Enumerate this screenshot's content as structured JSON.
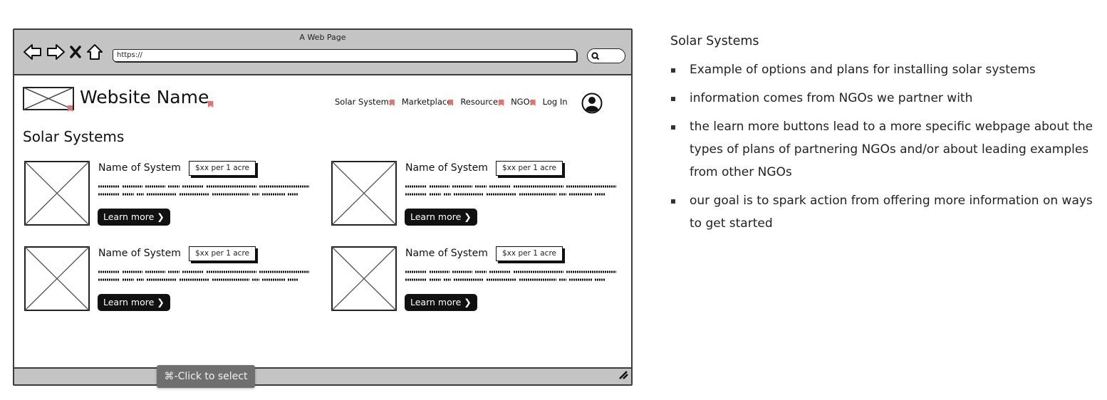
{
  "window": {
    "title": "A Web Page",
    "url": "https://",
    "tooltip": "⌘-Click to select"
  },
  "icons": {
    "back": "arrow-left-icon",
    "forward": "arrow-right-icon",
    "close": "close-icon",
    "home": "home-icon",
    "search": "search-icon",
    "logo": "image-placeholder-icon",
    "avatar": "user-avatar-icon",
    "resize": "resize-grip-icon"
  },
  "site": {
    "name": "Website Name",
    "nav": [
      "Solar Systems",
      "Marketplace",
      "Resources",
      "NGOs",
      "Log In"
    ],
    "heading": "Solar Systems"
  },
  "cards": [
    {
      "title": "Name of System",
      "price": "$xx per 1 acre",
      "button": "Learn more"
    },
    {
      "title": "Name of System",
      "price": "$xx per 1 acre",
      "button": "Learn more"
    },
    {
      "title": "Name of System",
      "price": "$xx per 1 acre",
      "button": "Learn more"
    },
    {
      "title": "Name of System",
      "price": "$xx per 1 acre",
      "button": "Learn more"
    }
  ],
  "notes": {
    "title": "Solar Systems",
    "items": [
      "Example of options and plans for installing solar systems",
      "information comes from NGOs we partner with",
      "the learn more buttons lead to a more specific webpage about the types of plans of partnering NGOs and/or about leading examples from other NGOs",
      "our goal is to spark action from offering more information on ways to get started"
    ]
  },
  "colors": {
    "chrome": "#c4c4c4",
    "button": "#111111",
    "marker": "#e4736b",
    "tooltip": "#6f6f6f"
  }
}
